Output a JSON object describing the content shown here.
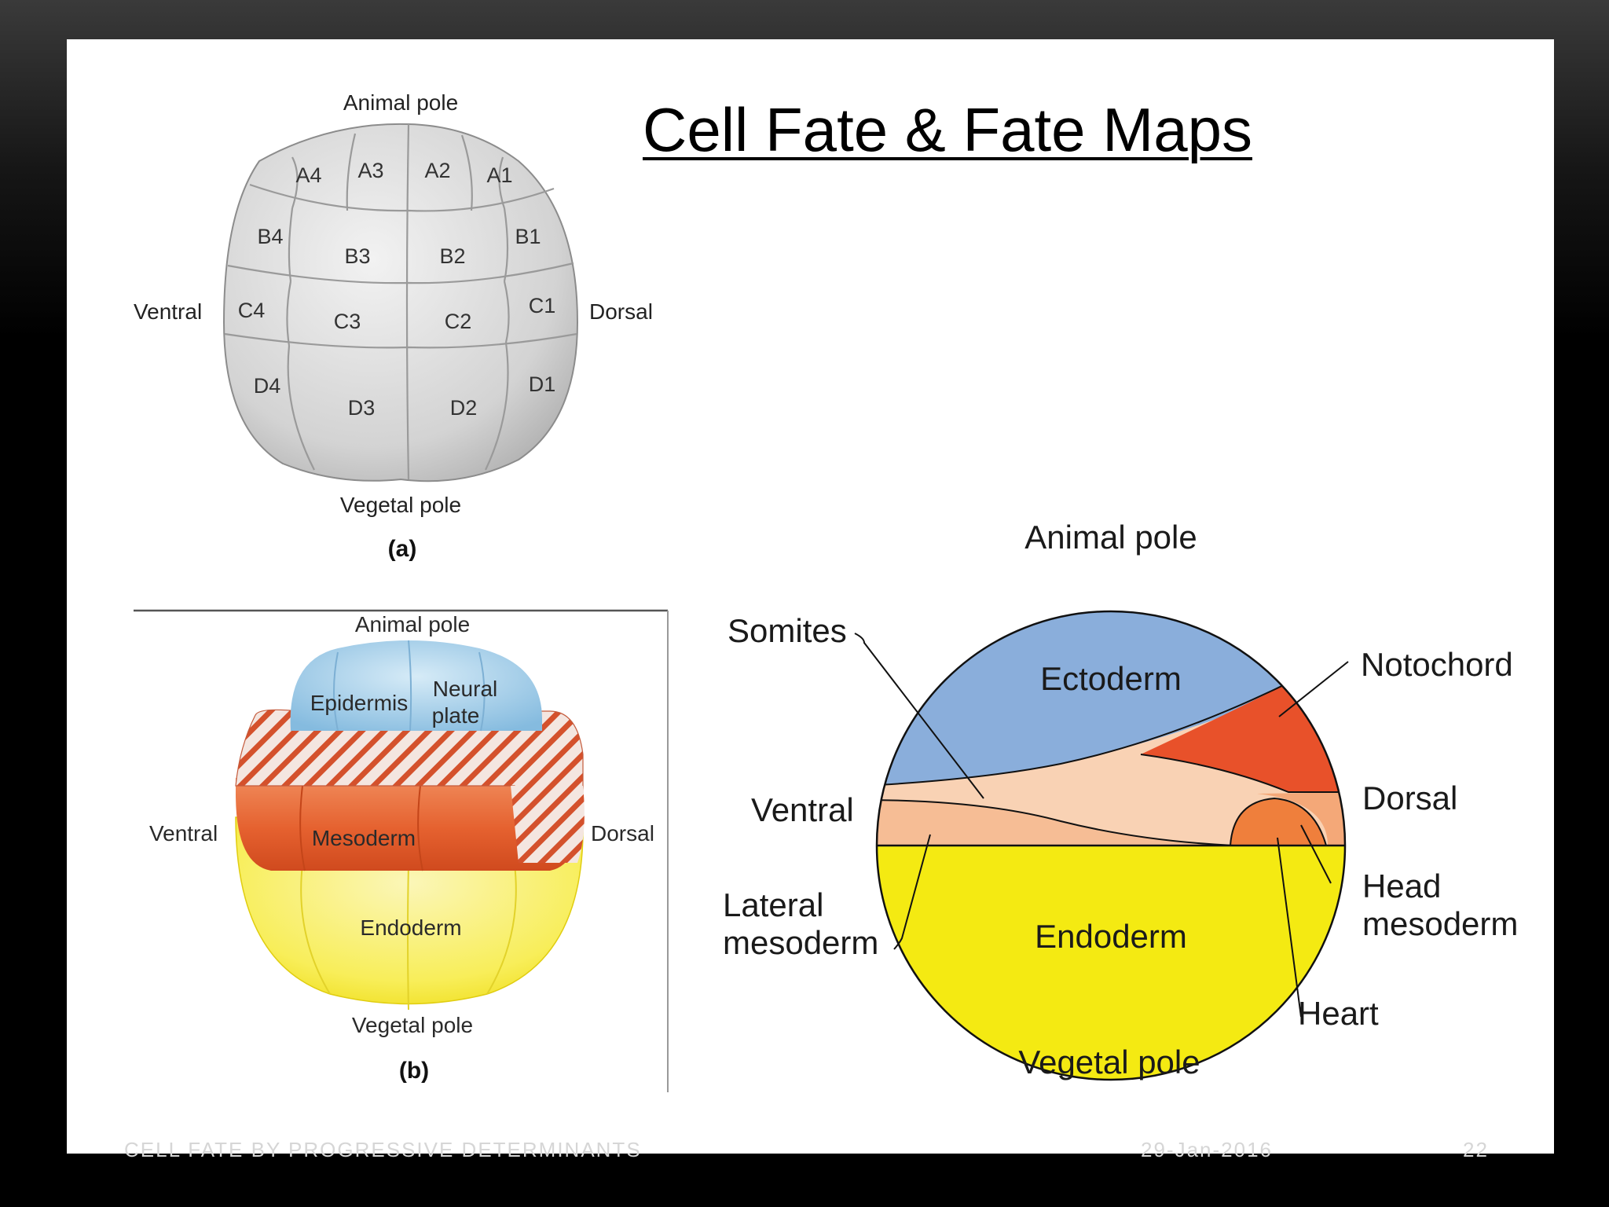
{
  "slide": {
    "title": "Cell Fate & Fate Maps",
    "footer_left": "CELL FATE BY PROGRESSIVE DETERMINANTS",
    "footer_date": "29-Jan-2016",
    "footer_page": "22"
  },
  "panel_a": {
    "label": "(a)",
    "animal_pole": "Animal pole",
    "vegetal_pole": "Vegetal pole",
    "ventral": "Ventral",
    "dorsal": "Dorsal",
    "cells": [
      "A1",
      "A2",
      "A3",
      "A4",
      "B1",
      "B2",
      "B3",
      "B4",
      "C1",
      "C2",
      "C3",
      "C4",
      "D1",
      "D2",
      "D3",
      "D4"
    ]
  },
  "panel_b": {
    "label": "(b)",
    "animal_pole": "Animal pole",
    "vegetal_pole": "Vegetal pole",
    "ventral": "Ventral",
    "dorsal": "Dorsal",
    "epidermis": "Epidermis",
    "neural_plate": [
      "Neural",
      "plate"
    ],
    "mesoderm": "Mesoderm",
    "endoderm": "Endoderm"
  },
  "fate_map": {
    "animal_pole": "Animal pole",
    "vegetal_pole": "Vegetal pole",
    "ectoderm": "Ectoderm",
    "endoderm": "Endoderm",
    "somites": "Somites",
    "notochord": "Notochord",
    "ventral": "Ventral",
    "dorsal": "Dorsal",
    "lateral_mesoderm": [
      "Lateral",
      "mesoderm"
    ],
    "head_mesoderm": [
      "Head",
      "mesoderm"
    ],
    "heart": "Heart",
    "colors": {
      "ectoderm": "#8aaedb",
      "endoderm": "#f4ea12",
      "notochord": "#e8512a",
      "somites": "#f9d2b4",
      "lateral_mesoderm": "#f6bd95",
      "head_mesoderm": "#f4a878",
      "heart": "#ef7f3c"
    }
  }
}
